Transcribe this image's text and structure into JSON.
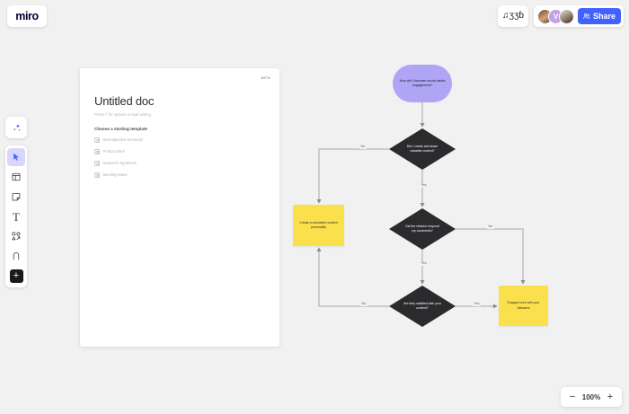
{
  "app": {
    "logo": "miro",
    "background_color": "#f1f1f1"
  },
  "topbar": {
    "collab_cursors_glyph": "♫ʒʒɓ",
    "avatars": [
      {
        "name": "avatar-user-1",
        "initial": ""
      },
      {
        "name": "avatar-user-2",
        "initial": "V",
        "color": "#c4a0e8"
      },
      {
        "name": "avatar-user-3",
        "initial": ""
      }
    ],
    "share_label": "Share",
    "share_color": "#4262ff"
  },
  "toolbar": {
    "items": [
      {
        "icon": "ai-sparkle-icon",
        "label": "AI"
      },
      {
        "icon": "cursor-select-icon",
        "label": "Select",
        "active": true
      },
      {
        "icon": "templates-frame-icon",
        "label": "Frame"
      },
      {
        "icon": "sticky-note-icon",
        "label": "Sticky note"
      },
      {
        "icon": "text-icon",
        "label": "Text"
      },
      {
        "icon": "shapes-icon",
        "label": "Shapes"
      },
      {
        "icon": "pen-icon",
        "label": "Pen"
      },
      {
        "icon": "plus-more-icon",
        "label": "More apps"
      }
    ]
  },
  "document": {
    "badge": "BETA",
    "title": "Untitled doc",
    "hint": "Press '/' for options or start writing",
    "subheading": "Choose a starting template",
    "templates": [
      {
        "label": "Retrospective Summary"
      },
      {
        "label": "Product Brief"
      },
      {
        "label": "Research Synthesis"
      },
      {
        "label": "Meeting Notes"
      }
    ]
  },
  "flowchart": {
    "nodes": [
      {
        "id": "start",
        "type": "terminator",
        "text": "How will I increase social media engagement?",
        "color": "#b0a4f5"
      },
      {
        "id": "d1",
        "type": "decision",
        "text": "Did I create and share valuable content?",
        "color": "#2b2b2e"
      },
      {
        "id": "d2",
        "type": "decision",
        "text": "Did the viewers respond my comments?",
        "color": "#2b2b2e"
      },
      {
        "id": "d3",
        "type": "decision",
        "text": "Are they satisfied with your content?",
        "color": "#2b2b2e"
      },
      {
        "id": "note1",
        "type": "sticky",
        "text": "Create a consistent content personality",
        "color": "#fbe04d"
      },
      {
        "id": "note2",
        "type": "sticky",
        "text": "Engage more with your followers",
        "color": "#fbe04d"
      }
    ],
    "edge_labels": {
      "d1_no": "No",
      "d1_yes": "Yes",
      "d2_no": "No",
      "d2_yes": "Yes",
      "d3_no": "No",
      "d3_yes": "Yes"
    }
  },
  "zoom": {
    "minus": "−",
    "level": "100%",
    "plus": "+"
  }
}
